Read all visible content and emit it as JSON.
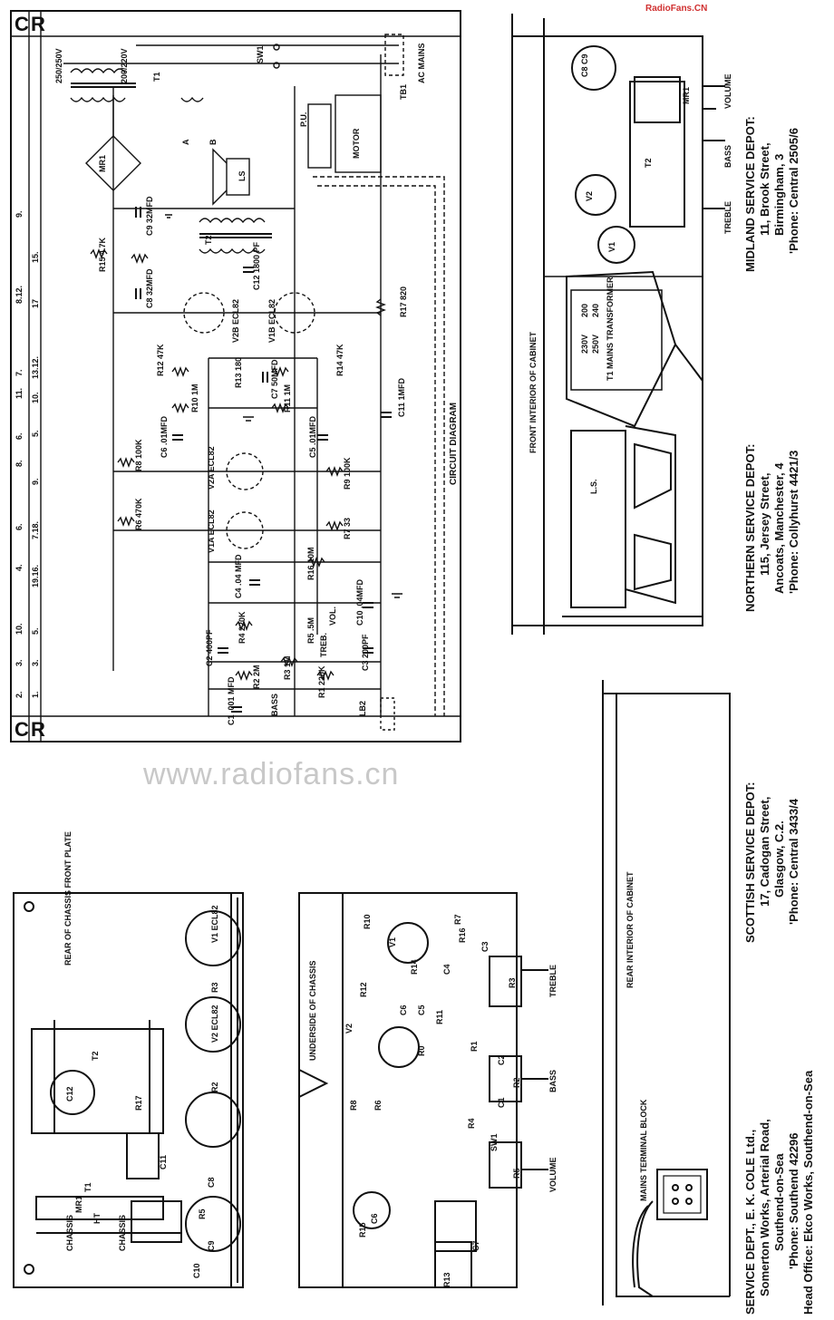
{
  "watermark": "www.radiofans.cn",
  "top_watermark": "RadioFans.CN",
  "circuit": {
    "title": "CIRCUIT DIAGRAM",
    "corner_labels": [
      "C",
      "R",
      "C",
      "R"
    ],
    "grid_row1": [
      "2.",
      "3.",
      "10.",
      "4.",
      "6.",
      "8.",
      "6.",
      "11.",
      "7.",
      "8.12.",
      "9."
    ],
    "grid_row2": [
      "1.",
      "3.",
      "5.",
      "19.16.",
      "7.18.",
      "9.",
      "5.",
      "10.",
      "13.12.",
      "17",
      "15."
    ],
    "components": [
      "SW1",
      "T1",
      "250/250V",
      "200/220V",
      "AC MAINS",
      "TB1",
      "MR1",
      "A",
      "B",
      "P.U.",
      "MOTOR",
      "LS",
      "C9 32MFD",
      "T2",
      "R15 4.7K",
      "C8 32MFD",
      "C12 1800 PF",
      "V2B ECL82",
      "V1B ECL82",
      "R17 820",
      "R12 47K",
      "R13 180",
      "C7 50MFD",
      "R14 47K",
      "R10 1M",
      "R11 1M",
      "C11 1MFD",
      "C6 .01MFD",
      "C5 .01MFD",
      "R8 100K",
      "V2A ECL82",
      "R9 100K",
      "R6 470K",
      "V1A ECL82",
      "R7 33",
      "R16 10M",
      "C4 .04 MFD",
      "C10 .04MFD",
      "R4 220K",
      "VOL.",
      "R5 .5M",
      "C2 400PF",
      "R3 1M",
      "TREB.",
      "C3 200PF",
      "R2 2M",
      "R1 220K",
      "C1 .001 MFD",
      "BASS",
      "LB2"
    ]
  },
  "front_interior": {
    "caption": "FRONT INTERIOR OF CABINET",
    "labels": [
      "C8 C9",
      "MR1",
      "VOLUME",
      "BASS",
      "TREBLE",
      "T2",
      "V2",
      "V1",
      "T1 MAINS TRANSFORMER",
      "230V",
      "250V",
      "200",
      "240",
      "L.S."
    ]
  },
  "rear_chassis": {
    "caption": "REAR OF CHASSIS FRONT PLATE",
    "labels": [
      "V1 ECL82",
      "R3",
      "V2 ECL82",
      "T2",
      "R2",
      "C12",
      "R17",
      "C11",
      "T1",
      "MR1",
      "HT",
      "CHASSIS",
      "CHASSIS",
      "R5",
      "C8",
      "C9",
      "C10"
    ]
  },
  "underside_chassis": {
    "caption": "UNDERSIDE OF CHASSIS",
    "labels": [
      "R10",
      "V1",
      "R7",
      "R16",
      "R14",
      "C4",
      "C3",
      "R12",
      "C6",
      "C5",
      "R11",
      "V2",
      "R0",
      "R1",
      "C2",
      "R3",
      "TREBLE",
      "R8",
      "R6",
      "R2",
      "C1",
      "BASS",
      "R4",
      "SW1",
      "R5",
      "VOLUME",
      "R15",
      "C6",
      "C7",
      "R13"
    ]
  },
  "rear_interior": {
    "caption": "REAR INTERIOR OF CABINET",
    "mains_block": "MAINS TERMINAL BLOCK"
  },
  "depots": {
    "midland": {
      "title": "MIDLAND SERVICE DEPOT:",
      "lines": [
        "11, Brook Street,",
        "Birmingham, 3",
        "'Phone: Central 2505/6"
      ]
    },
    "northern": {
      "title": "NORTHERN SERVICE DEPOT:",
      "lines": [
        "115, Jersey Street,",
        "Ancoats, Manchester, 4",
        "'Phone: Collyhurst 4421/3"
      ]
    },
    "scottish": {
      "title": "SCOTTISH SERVICE DEPOT:",
      "lines": [
        "17, Cadogan Street,",
        "Glasgow, C.2.",
        "'Phone: Central 3433/4"
      ]
    },
    "service": {
      "title": "SERVICE DEPT., E. K. COLE Ltd.,",
      "lines": [
        "Somerton Works, Arterial Road,",
        "Southend-on-Sea",
        "'Phone: Southend 42296"
      ],
      "head_office": "Head Office: Ekco Works, Southend-on-Sea"
    }
  }
}
